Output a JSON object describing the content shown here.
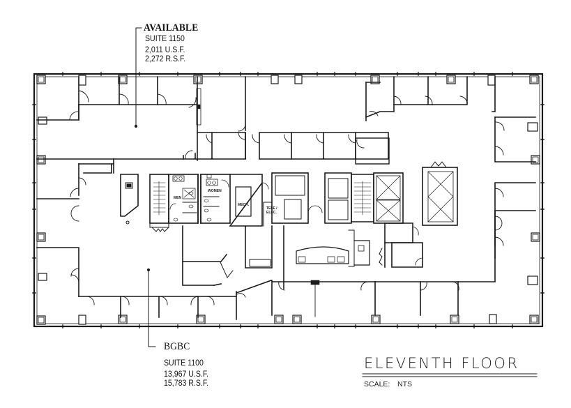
{
  "drawing": {
    "title": "ELEVENTH FLOOR",
    "scale_label": "SCALE:",
    "scale_value": "NTS"
  },
  "suites": [
    {
      "tenant": "AVAILABLE",
      "suite": "SUITE  1150",
      "usf": "2,011  U.S.F.",
      "rsf": "2,272  R.S.F.",
      "position": "north-west"
    },
    {
      "tenant": "BGBC",
      "suite": "SUITE  1100",
      "usf": "13,967  U.S.F.",
      "rsf": "15,783  R.S.F.",
      "position": "south-west / wraparound"
    }
  ],
  "rooms": {
    "men": "MEN",
    "women": "WOMEN",
    "mech": "MECH.",
    "tele_elec_1": "TELE /",
    "tele_elec_2": "ELEC."
  },
  "colors": {
    "line": "#1a1a1a",
    "background": "#ffffff",
    "light_line": "#9a9a9a"
  }
}
